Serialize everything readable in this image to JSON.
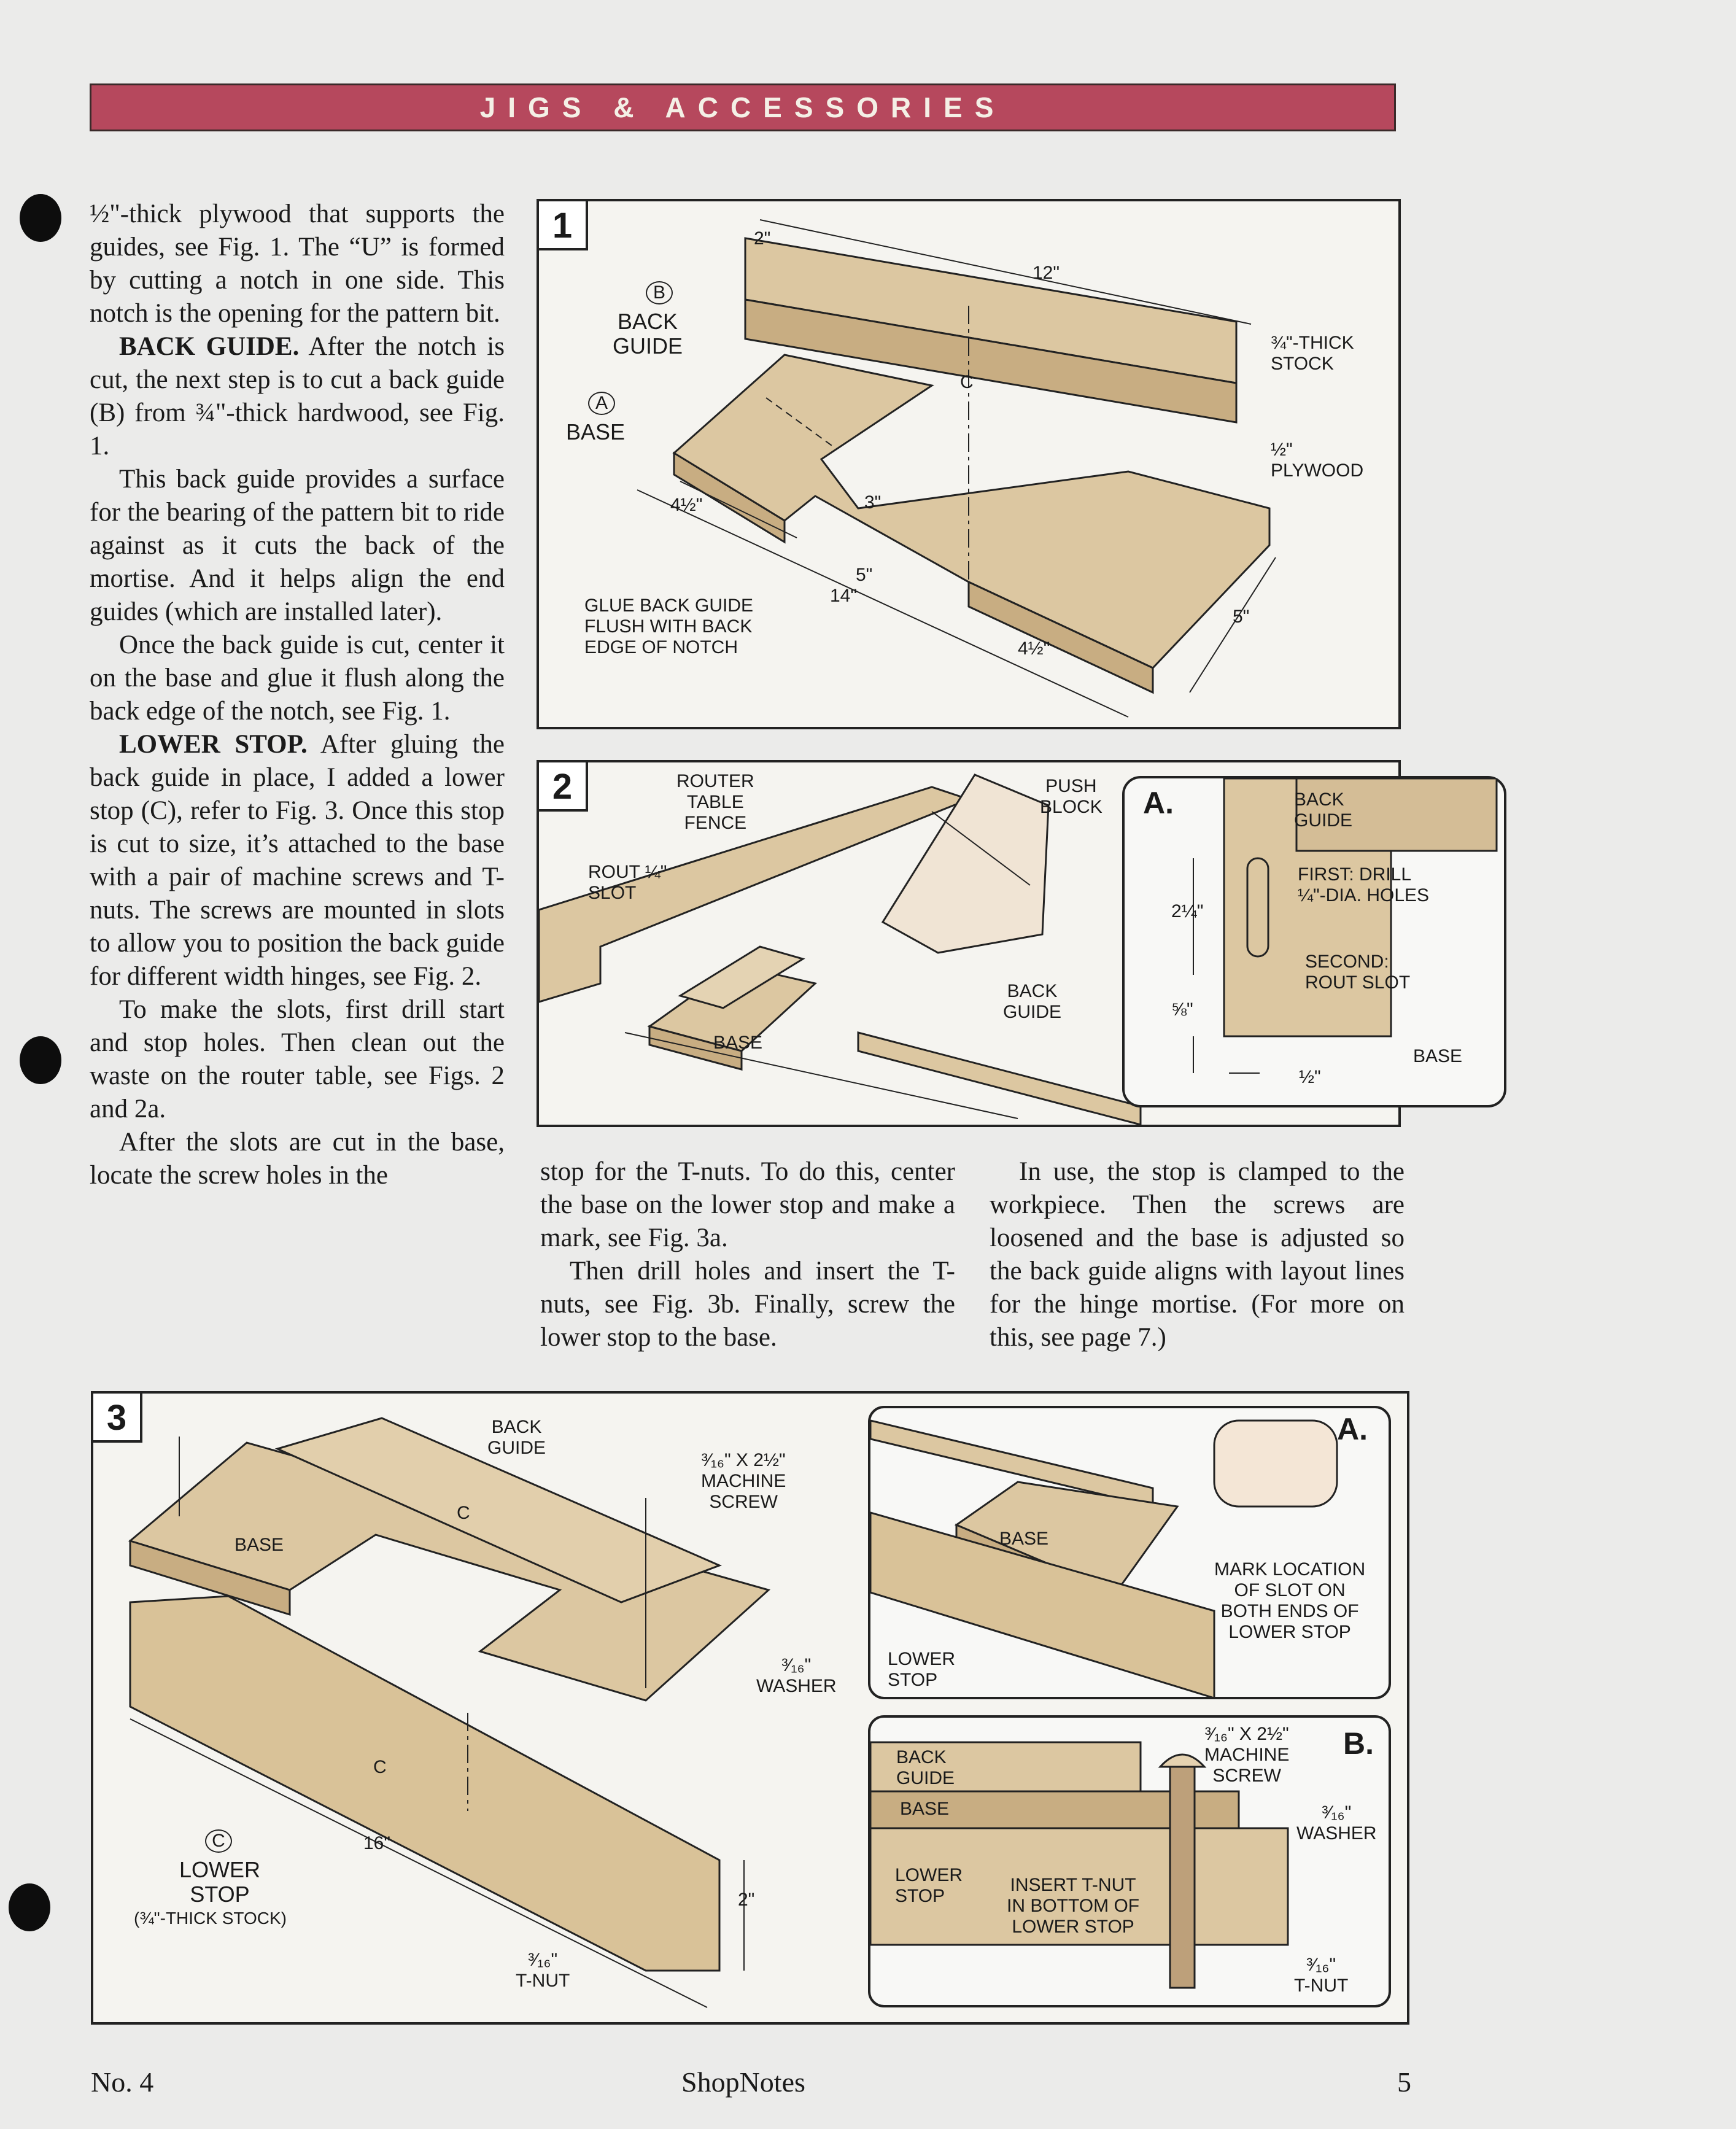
{
  "header": {
    "title": "JIGS & ACCESSORIES"
  },
  "column1": [
    {
      "type": "p",
      "text": "½\"-thick plywood that supports the guides, see Fig. 1. The “U” is formed by cutting a notch in one side. This notch is the opening for the pattern bit."
    },
    {
      "type": "h",
      "head": "BACK GUIDE.",
      "text": " After the notch is cut, the next step is to cut a back guide (B) from ¾\"-thick hardwood, see Fig. 1."
    },
    {
      "type": "p",
      "text": "This back guide provides a surface for the bearing of the pattern bit to ride against as it cuts the back of the mortise. And it helps align the end guides (which are installed later)."
    },
    {
      "type": "p",
      "text": "Once the back guide is cut, center it on the base and glue it flush along the back edge of the notch, see Fig. 1."
    },
    {
      "type": "h",
      "head": "LOWER STOP.",
      "text": " After gluing the back guide in place, I added a lower stop (C), refer to Fig. 3. Once this stop is cut to size, it’s attached to the base with a pair of machine screws and T-nuts. The screws are mounted in slots to allow you to position the back guide for different width hinges, see Fig. 2."
    },
    {
      "type": "p",
      "text": "To make the slots, first drill start and stop holes. Then clean out the waste on the router table, see Figs. 2 and 2a."
    },
    {
      "type": "p",
      "text": "After the slots are cut in the base, locate the screw holes in the"
    }
  ],
  "column2": [
    {
      "type": "c",
      "text": "stop for the T-nuts. To do this, center the base on the lower stop and make a mark, see Fig. 3a."
    },
    {
      "type": "p",
      "text": "Then drill holes and insert the T-nuts, see Fig. 3b. Finally, screw the lower stop to the base."
    }
  ],
  "column3": [
    {
      "type": "p",
      "text": "In use, the stop is clamped to the workpiece. Then the screws are loosened and the base is adjusted so the back guide aligns with layout lines for the hinge mortise. (For more on this, see page 7.)"
    }
  ],
  "fig1": {
    "number": "1",
    "labels": {
      "b_letter": "B",
      "back_guide": "BACK\nGUIDE",
      "a_letter": "A",
      "base": "BASE",
      "d2": "2\"",
      "d12": "12\"",
      "thick": "¾\"-THICK\nSTOCK",
      "ply": "½\"\nPLYWOOD",
      "c": "C",
      "d45a": "4½\"",
      "d3": "3\"",
      "d5a": "5\"",
      "d14": "14\"",
      "d45b": "4½\"",
      "d5b": "5\"",
      "note": "GLUE BACK GUIDE\nFLUSH WITH BACK\nEDGE OF NOTCH"
    }
  },
  "fig2": {
    "number": "2",
    "labels": {
      "fence": "ROUTER\nTABLE\nFENCE",
      "push": "PUSH\nBLOCK",
      "rout": "ROUT ¼\"\nSLOT",
      "back": "BACK\nGUIDE",
      "base": "BASE"
    },
    "inset": {
      "letter": "a.",
      "back": "BACK\nGUIDE",
      "first": "FIRST: DRILL\n¼\"-DIA. HOLES",
      "second": "SECOND:\nROUT SLOT",
      "d214": "2¼\"",
      "d58": "⅝\"",
      "d12": "½\"",
      "base": "BASE"
    }
  },
  "fig3": {
    "number": "3",
    "labels": {
      "back": "BACK\nGUIDE",
      "screw": "³⁄₁₆\" x 2½\"\nMACHINE\nSCREW",
      "base": "BASE",
      "c1": "C",
      "washer": "³⁄₁₆\"\nWASHER",
      "c2": "C",
      "c_letter": "C",
      "stop": "LOWER\nSTOP",
      "stock": "(¾\"-THICK STOCK)",
      "d16": "16\"",
      "d2": "2\"",
      "tnut": "³⁄₁₆\"\nT-NUT"
    },
    "inset_a": {
      "letter": "a.",
      "base": "BASE",
      "mark": "MARK LOCATION\nOF SLOT ON\nBOTH ENDS OF\nLOWER STOP",
      "stop": "LOWER\nSTOP"
    },
    "inset_b": {
      "letter": "b.",
      "screw": "³⁄₁₆\" x 2½\"\nMACHINE\nSCREW",
      "back": "BACK\nGUIDE",
      "base": "BASE",
      "washer": "³⁄₁₆\"\nWASHER",
      "stop": "LOWER\nSTOP",
      "insert": "INSERT T-NUT\nIN BOTTOM OF\nLOWER STOP",
      "tnut": "³⁄₁₆\"\nT-NUT"
    }
  },
  "footer": {
    "issue": "No. 4",
    "title": "ShopNotes",
    "page": "5"
  },
  "colors": {
    "banner": "#b6485d",
    "wood": "#dcc7a1",
    "wood_dark": "#c8ad82"
  }
}
